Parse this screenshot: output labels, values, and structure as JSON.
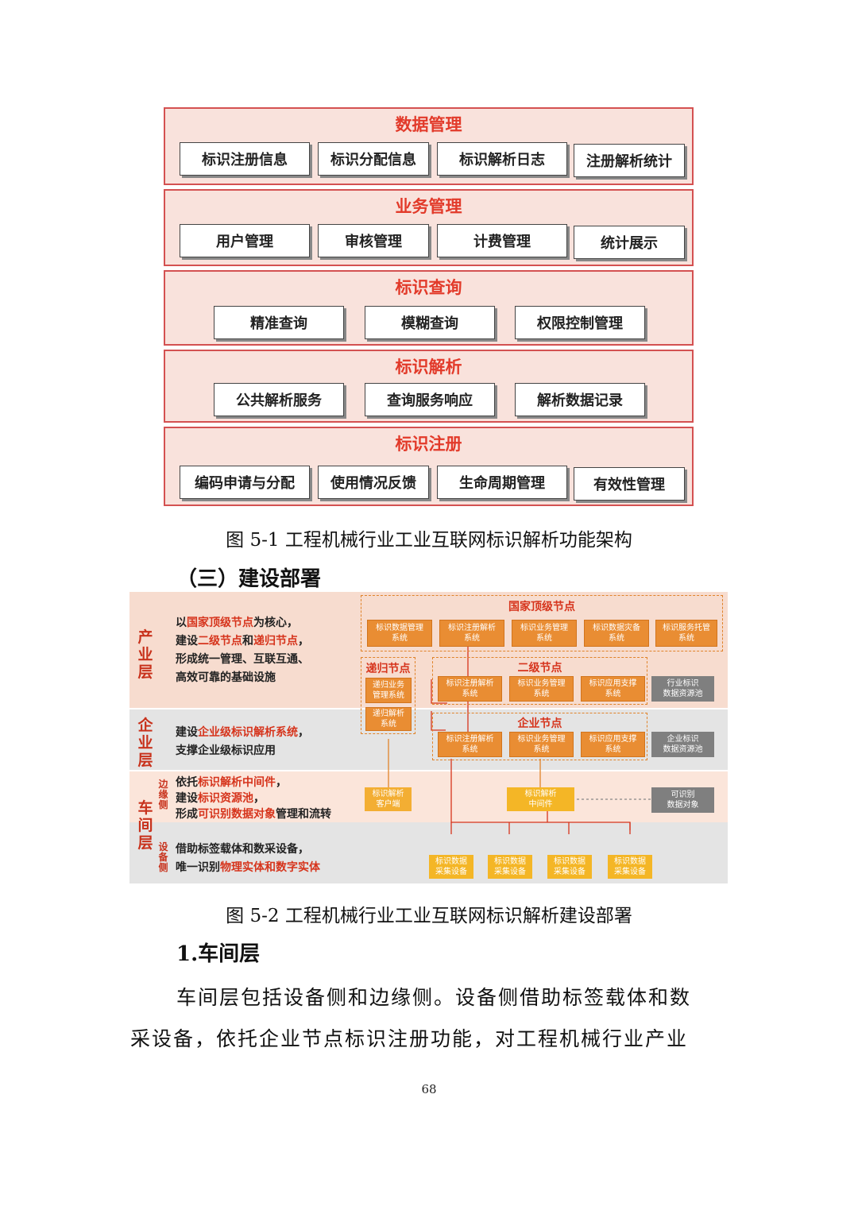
{
  "fig1": {
    "bands": [
      {
        "title": "数据管理",
        "boxes": [
          "标识注册信息",
          "标识分配信息",
          "标识解析日志",
          "注册解析统计"
        ]
      },
      {
        "title": "业务管理",
        "boxes": [
          "用户管理",
          "审核管理",
          "计费管理",
          "统计展示"
        ]
      },
      {
        "title": "标识查询",
        "boxes": [
          "精准查询",
          "模糊查询",
          "权限控制管理"
        ]
      },
      {
        "title": "标识解析",
        "boxes": [
          "公共解析服务",
          "查询服务响应",
          "解析数据记录"
        ]
      },
      {
        "title": "标识注册",
        "boxes": [
          "编码申请与分配",
          "使用情况反馈",
          "生命周期管理",
          "有效性管理"
        ]
      }
    ],
    "caption": "图 5-1  工程机械行业工业互联网标识解析功能架构"
  },
  "section_heading": "（三）建设部署",
  "fig2": {
    "layers": {
      "industry": "产业层",
      "enterprise": "企业层",
      "workshop": "车间层",
      "edge_side": "边缘侧",
      "device_side": "设备侧"
    },
    "desc": {
      "industry": [
        [
          {
            "t": "以"
          },
          {
            "t": "国家顶级节点",
            "h": true
          },
          {
            "t": "为核心，"
          }
        ],
        [
          {
            "t": "建设"
          },
          {
            "t": "二级节点",
            "h": true
          },
          {
            "t": "和"
          },
          {
            "t": "递归节点",
            "h": true
          },
          {
            "t": "，"
          }
        ],
        [
          {
            "t": "形成统一管理、互联互通、"
          }
        ],
        [
          {
            "t": "高效可靠的基础设施"
          }
        ]
      ],
      "enterprise": [
        [
          {
            "t": "建设"
          },
          {
            "t": "企业级标识解析系统",
            "h": true
          },
          {
            "t": "，"
          }
        ],
        [
          {
            "t": "支撑企业级标识应用"
          }
        ]
      ],
      "edge": [
        [
          {
            "t": "依托"
          },
          {
            "t": "标识解析中间件",
            "h": true
          },
          {
            "t": "，"
          }
        ],
        [
          {
            "t": "建设"
          },
          {
            "t": "标识资源池",
            "h": true
          },
          {
            "t": "，"
          }
        ],
        [
          {
            "t": "形成"
          },
          {
            "t": "可识别数据对象",
            "h": true
          },
          {
            "t": "管理和流转"
          }
        ]
      ],
      "device": [
        [
          {
            "t": "借助标签载体和数采设备，"
          }
        ],
        [
          {
            "t": "唯一识别"
          },
          {
            "t": "物理实体和数字实体",
            "h": true
          }
        ]
      ]
    },
    "nodes": {
      "national": {
        "title": "国家顶级节点",
        "boxes": [
          "标识数据管理\n系统",
          "标识注册解析\n系统",
          "标识业务管理\n系统",
          "标识数据灾备\n系统",
          "标识服务托管\n系统"
        ]
      },
      "recursive": {
        "title": "递归节点",
        "boxes": [
          "递归业务\n管理系统",
          "递归解析\n系统"
        ]
      },
      "secondary": {
        "title": "二级节点",
        "boxes": [
          "标识注册解析\n系统",
          "标识业务管理\n系统",
          "标识应用支撑\n系统"
        ]
      },
      "enterprise": {
        "title": "企业节点",
        "boxes": [
          "标识注册解析\n系统",
          "标识业务管理\n系统",
          "标识应用支撑\n系统"
        ]
      }
    },
    "pools": [
      "行业标识\n数据资源池",
      "企业标识\n数据资源池",
      "可识别\n数据对象"
    ],
    "client": "标识解析\n客户端",
    "middleware": "标识解析\n中间件",
    "devices": [
      "标识数据\n采集设备",
      "标识数据\n采集设备",
      "标识数据\n采集设备",
      "标识数据\n采集设备"
    ],
    "colors": {
      "accent": "#d6341c",
      "orange": "#e98d33",
      "gray": "#7f7f7f",
      "yellow": "#f4b626"
    },
    "caption": "图 5-2  工程机械行业工业互联网标识解析建设部署"
  },
  "subheading": "1.车间层",
  "paragraph": [
    "车间层包括设备侧和边缘侧。设备侧借助标签载体和数",
    "采设备，依托企业节点标识注册功能，对工程机械行业产业"
  ],
  "page_number": "68"
}
